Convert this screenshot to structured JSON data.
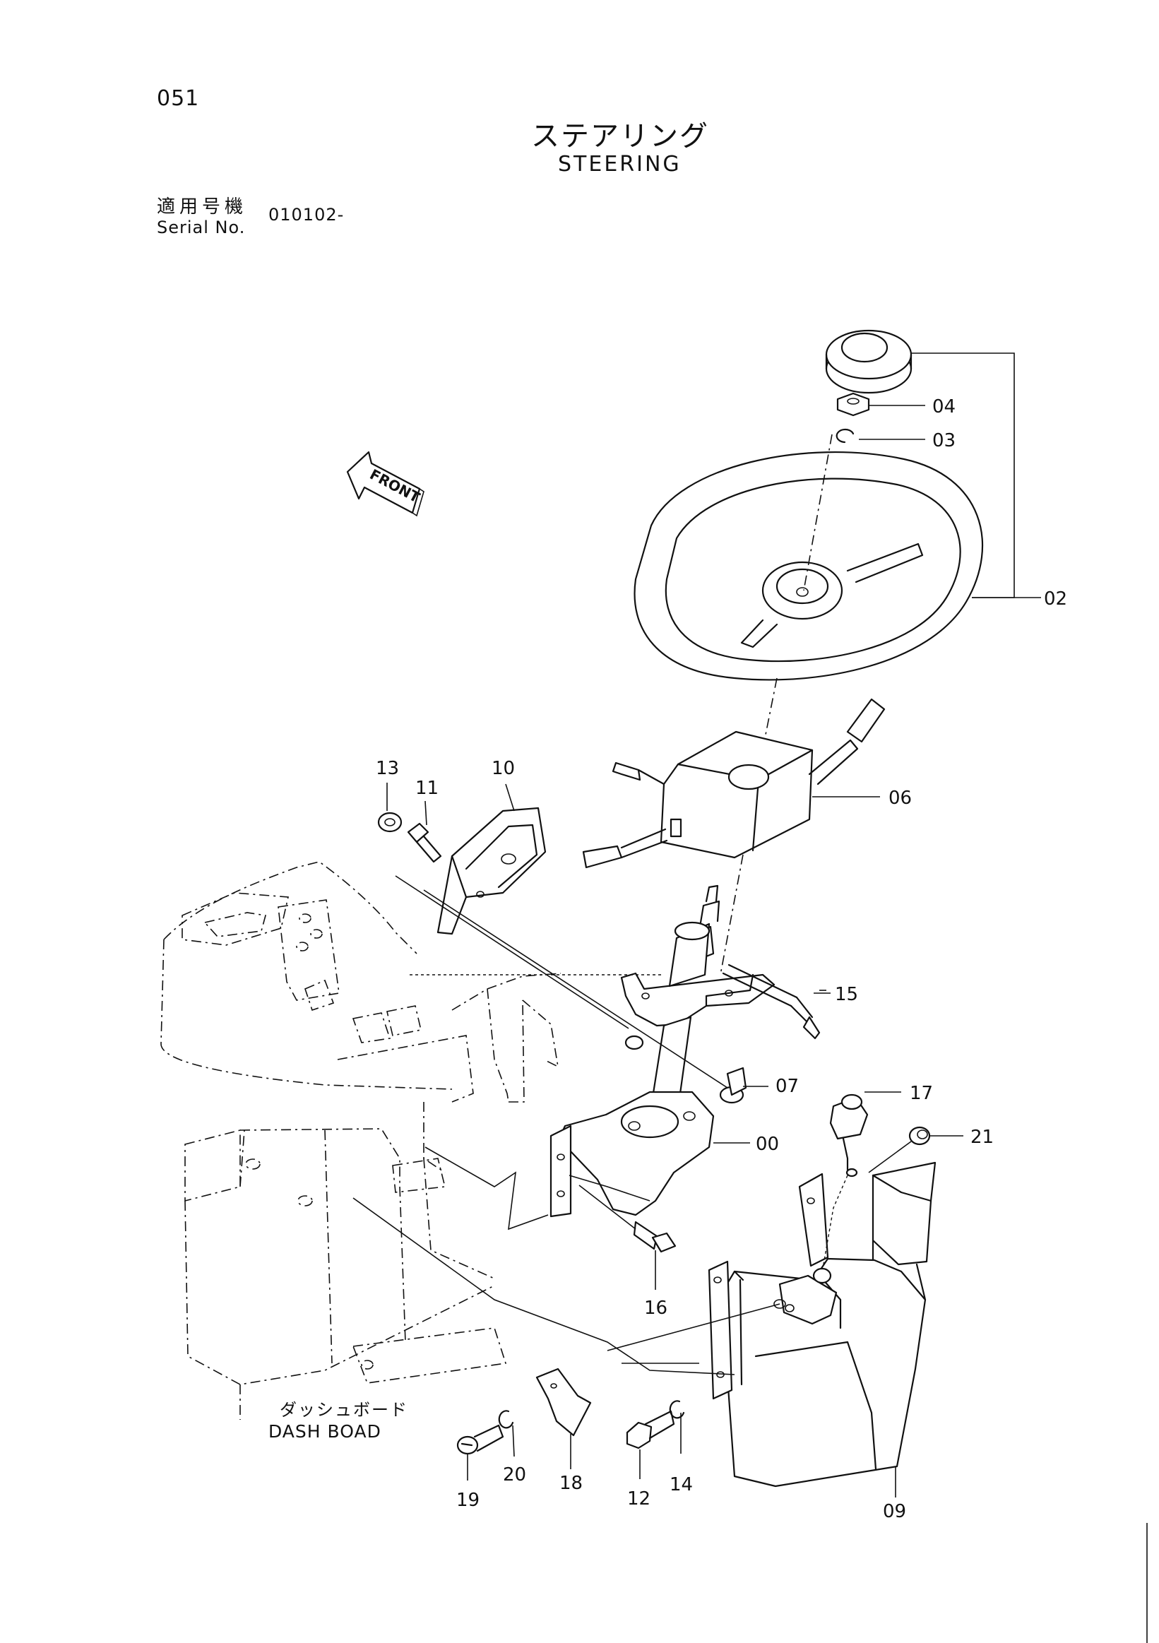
{
  "header": {
    "page_number": "051",
    "title_jp": "ステアリング",
    "title_en": "STEERING",
    "serial_label_jp": "適用号機",
    "serial_label_en": "Serial No.",
    "serial_value": "010102-"
  },
  "direction_label": "FRONT",
  "dashboard_label_jp": "ダッシュボード",
  "dashboard_label_en": "DASH BOAD",
  "callouts": {
    "c00": "00",
    "c02": "02",
    "c03": "03",
    "c04": "04",
    "c06": "06",
    "c07": "07",
    "c09": "09",
    "c10": "10",
    "c11": "11",
    "c12": "12",
    "c13": "13",
    "c14": "14",
    "c15": "15",
    "c16": "16",
    "c17": "17",
    "c18": "18",
    "c19": "19",
    "c20": "20",
    "c21": "21"
  }
}
